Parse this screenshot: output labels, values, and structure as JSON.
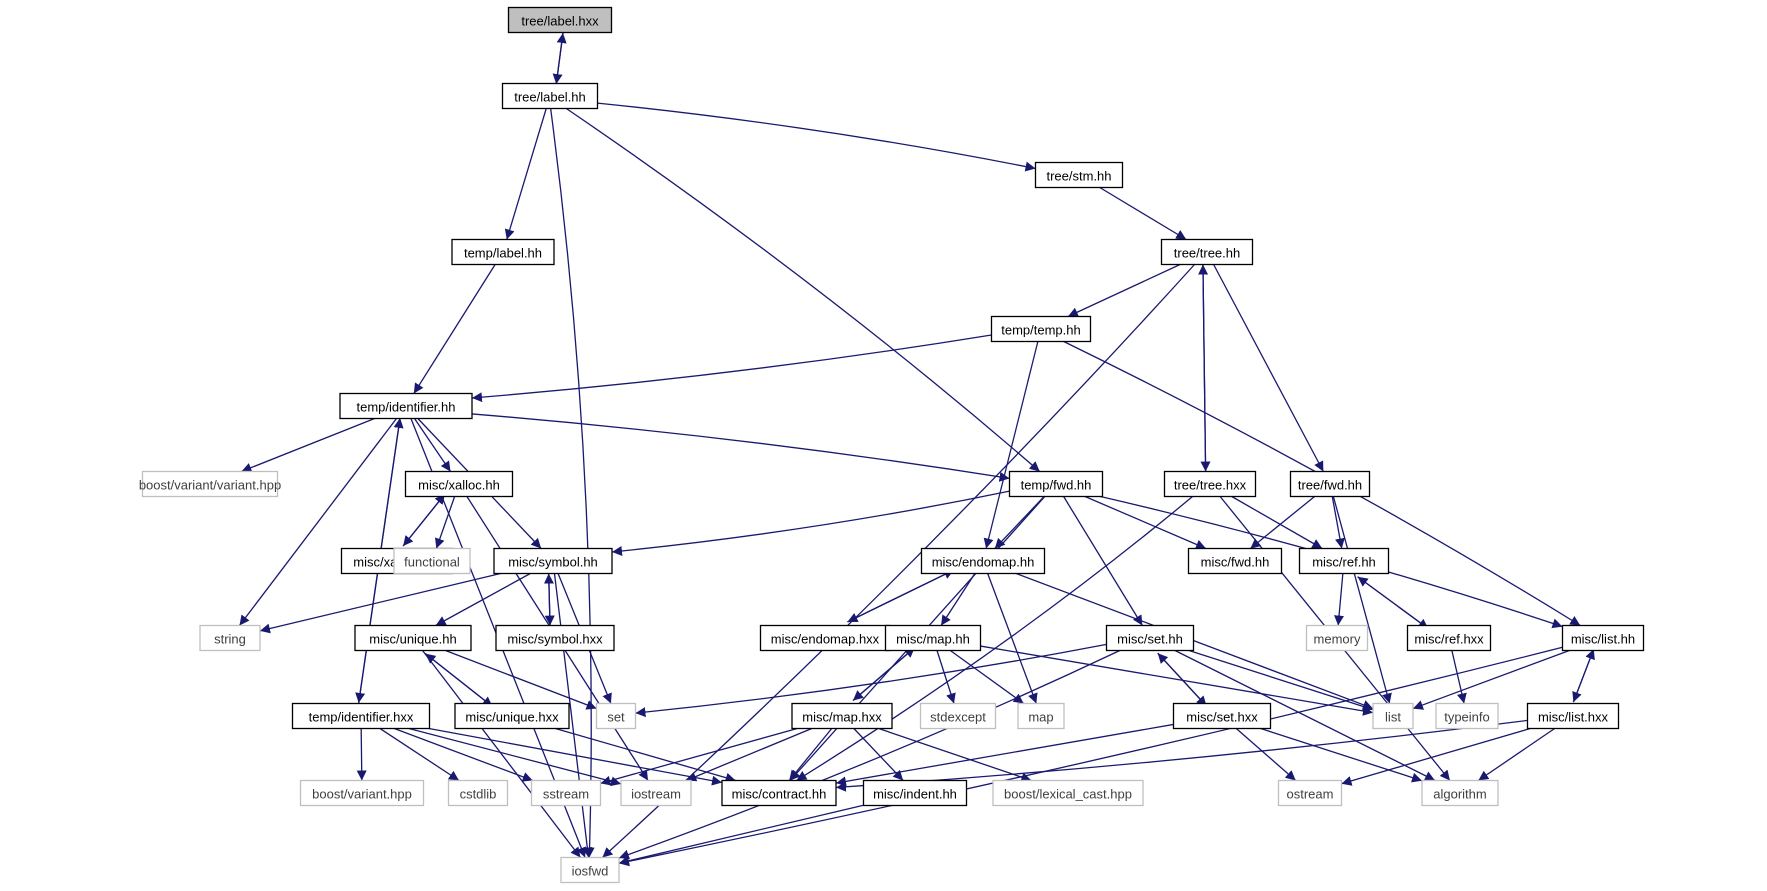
{
  "graph": {
    "colors": {
      "edge": "#191970",
      "node_border": "#000000",
      "external_border": "#bfbfbf",
      "external_text": "#404040",
      "root_fill": "#bfbfbf",
      "node_fill": "#ffffff"
    },
    "nodes": [
      {
        "id": "tree_label_hxx",
        "label": "tree/label.hxx",
        "kind": "root"
      },
      {
        "id": "tree_label_hh",
        "label": "tree/label.hh",
        "kind": "file"
      },
      {
        "id": "tree_stm_hh",
        "label": "tree/stm.hh",
        "kind": "file"
      },
      {
        "id": "temp_label_hh",
        "label": "temp/label.hh",
        "kind": "file"
      },
      {
        "id": "tree_tree_hh",
        "label": "tree/tree.hh",
        "kind": "file"
      },
      {
        "id": "temp_temp_hh",
        "label": "temp/temp.hh",
        "kind": "file"
      },
      {
        "id": "temp_identifier_hh",
        "label": "temp/identifier.hh",
        "kind": "file"
      },
      {
        "id": "boost_variant_variant_hpp",
        "label": "boost/variant/variant.hpp",
        "kind": "external"
      },
      {
        "id": "misc_xalloc_hh",
        "label": "misc/xalloc.hh",
        "kind": "file"
      },
      {
        "id": "temp_fwd_hh",
        "label": "temp/fwd.hh",
        "kind": "file"
      },
      {
        "id": "tree_tree_hxx",
        "label": "tree/tree.hxx",
        "kind": "file"
      },
      {
        "id": "tree_fwd_hh",
        "label": "tree/fwd.hh",
        "kind": "file"
      },
      {
        "id": "misc_xalloc_hxx",
        "label": "misc/xalloc.hxx",
        "kind": "file"
      },
      {
        "id": "functional",
        "label": "functional",
        "kind": "external"
      },
      {
        "id": "misc_symbol_hh",
        "label": "misc/symbol.hh",
        "kind": "file"
      },
      {
        "id": "misc_endomap_hh",
        "label": "misc/endomap.hh",
        "kind": "file"
      },
      {
        "id": "misc_fwd_hh",
        "label": "misc/fwd.hh",
        "kind": "file"
      },
      {
        "id": "misc_ref_hh",
        "label": "misc/ref.hh",
        "kind": "file"
      },
      {
        "id": "string",
        "label": "string",
        "kind": "external"
      },
      {
        "id": "misc_unique_hh",
        "label": "misc/unique.hh",
        "kind": "file"
      },
      {
        "id": "misc_symbol_hxx",
        "label": "misc/symbol.hxx",
        "kind": "file"
      },
      {
        "id": "misc_endomap_hxx",
        "label": "misc/endomap.hxx",
        "kind": "file"
      },
      {
        "id": "misc_map_hh",
        "label": "misc/map.hh",
        "kind": "file"
      },
      {
        "id": "misc_set_hh",
        "label": "misc/set.hh",
        "kind": "file"
      },
      {
        "id": "memory",
        "label": "memory",
        "kind": "external"
      },
      {
        "id": "misc_ref_hxx",
        "label": "misc/ref.hxx",
        "kind": "file"
      },
      {
        "id": "misc_list_hh",
        "label": "misc/list.hh",
        "kind": "file"
      },
      {
        "id": "temp_identifier_hxx",
        "label": "temp/identifier.hxx",
        "kind": "file"
      },
      {
        "id": "misc_unique_hxx",
        "label": "misc/unique.hxx",
        "kind": "file"
      },
      {
        "id": "set",
        "label": "set",
        "kind": "external"
      },
      {
        "id": "misc_map_hxx",
        "label": "misc/map.hxx",
        "kind": "file"
      },
      {
        "id": "stdexcept",
        "label": "stdexcept",
        "kind": "external"
      },
      {
        "id": "map",
        "label": "map",
        "kind": "external"
      },
      {
        "id": "misc_set_hxx",
        "label": "misc/set.hxx",
        "kind": "file"
      },
      {
        "id": "list",
        "label": "list",
        "kind": "external"
      },
      {
        "id": "typeinfo",
        "label": "typeinfo",
        "kind": "external"
      },
      {
        "id": "misc_list_hxx",
        "label": "misc/list.hxx",
        "kind": "file"
      },
      {
        "id": "boost_variant_hpp",
        "label": "boost/variant.hpp",
        "kind": "external"
      },
      {
        "id": "cstdlib",
        "label": "cstdlib",
        "kind": "external"
      },
      {
        "id": "sstream",
        "label": "sstream",
        "kind": "external"
      },
      {
        "id": "iostream",
        "label": "iostream",
        "kind": "external"
      },
      {
        "id": "misc_contract_hh",
        "label": "misc/contract.hh",
        "kind": "file"
      },
      {
        "id": "misc_indent_hh",
        "label": "misc/indent.hh",
        "kind": "file"
      },
      {
        "id": "boost_lexical_cast_hpp",
        "label": "boost/lexical_cast.hpp",
        "kind": "external"
      },
      {
        "id": "ostream",
        "label": "ostream",
        "kind": "external"
      },
      {
        "id": "algorithm",
        "label": "algorithm",
        "kind": "external"
      },
      {
        "id": "iosfwd",
        "label": "iosfwd",
        "kind": "external"
      }
    ],
    "edges": [
      [
        "tree_label_hxx",
        "tree_label_hh"
      ],
      [
        "tree_label_hh",
        "tree_label_hxx"
      ],
      [
        "tree_label_hh",
        "iosfwd"
      ],
      [
        "tree_label_hh",
        "temp_label_hh"
      ],
      [
        "tree_label_hh",
        "temp_fwd_hh"
      ],
      [
        "tree_label_hh",
        "tree_stm_hh"
      ],
      [
        "tree_stm_hh",
        "tree_tree_hh"
      ],
      [
        "temp_label_hh",
        "temp_identifier_hh"
      ],
      [
        "tree_tree_hh",
        "temp_temp_hh"
      ],
      [
        "tree_tree_hh",
        "tree_tree_hxx"
      ],
      [
        "tree_tree_hh",
        "tree_fwd_hh"
      ],
      [
        "tree_tree_hh",
        "iosfwd"
      ],
      [
        "temp_temp_hh",
        "temp_identifier_hh"
      ],
      [
        "temp_temp_hh",
        "misc_endomap_hh"
      ],
      [
        "temp_temp_hh",
        "misc_list_hh"
      ],
      [
        "temp_identifier_hh",
        "boost_variant_variant_hpp"
      ],
      [
        "temp_identifier_hh",
        "misc_xalloc_hh"
      ],
      [
        "temp_identifier_hh",
        "misc_symbol_hh"
      ],
      [
        "temp_identifier_hh",
        "temp_fwd_hh"
      ],
      [
        "temp_identifier_hh",
        "string"
      ],
      [
        "temp_identifier_hh",
        "iosfwd"
      ],
      [
        "temp_identifier_hh",
        "temp_identifier_hxx"
      ],
      [
        "temp_identifier_hxx",
        "temp_identifier_hh"
      ],
      [
        "tree_tree_hxx",
        "tree_tree_hh"
      ],
      [
        "tree_tree_hxx",
        "misc_ref_hh"
      ],
      [
        "tree_tree_hxx",
        "misc_contract_hh"
      ],
      [
        "tree_tree_hxx",
        "algorithm"
      ],
      [
        "misc_xalloc_hh",
        "functional"
      ],
      [
        "misc_xalloc_hh",
        "iostream"
      ],
      [
        "misc_xalloc_hh",
        "misc_xalloc_hxx"
      ],
      [
        "misc_xalloc_hxx",
        "misc_xalloc_hh"
      ],
      [
        "temp_fwd_hh",
        "misc_symbol_hh"
      ],
      [
        "temp_fwd_hh",
        "misc_endomap_hh"
      ],
      [
        "temp_fwd_hh",
        "misc_fwd_hh"
      ],
      [
        "temp_fwd_hh",
        "misc_set_hh"
      ],
      [
        "temp_fwd_hh",
        "misc_list_hh"
      ],
      [
        "temp_fwd_hh",
        "misc_contract_hh"
      ],
      [
        "tree_fwd_hh",
        "misc_fwd_hh"
      ],
      [
        "tree_fwd_hh",
        "misc_ref_hh"
      ],
      [
        "tree_fwd_hh",
        "list"
      ],
      [
        "misc_symbol_hh",
        "string"
      ],
      [
        "misc_symbol_hh",
        "misc_unique_hh"
      ],
      [
        "misc_symbol_hh",
        "misc_symbol_hxx"
      ],
      [
        "misc_symbol_hh",
        "set"
      ],
      [
        "misc_symbol_hh",
        "iosfwd"
      ],
      [
        "misc_symbol_hxx",
        "misc_symbol_hh"
      ],
      [
        "misc_unique_hh",
        "set"
      ],
      [
        "misc_unique_hh",
        "misc_unique_hxx"
      ],
      [
        "misc_unique_hh",
        "iosfwd"
      ],
      [
        "misc_unique_hxx",
        "misc_unique_hh"
      ],
      [
        "misc_unique_hxx",
        "misc_contract_hh"
      ],
      [
        "misc_endomap_hh",
        "misc_endomap_hxx"
      ],
      [
        "misc_endomap_hxx",
        "misc_endomap_hh"
      ],
      [
        "misc_endomap_hh",
        "misc_map_hh"
      ],
      [
        "misc_endomap_hh",
        "map"
      ],
      [
        "misc_endomap_hh",
        "list"
      ],
      [
        "misc_map_hh",
        "misc_map_hxx"
      ],
      [
        "misc_map_hxx",
        "misc_map_hh"
      ],
      [
        "misc_map_hh",
        "stdexcept"
      ],
      [
        "misc_map_hh",
        "map"
      ],
      [
        "misc_map_hh",
        "list"
      ],
      [
        "misc_map_hxx",
        "sstream"
      ],
      [
        "misc_map_hxx",
        "misc_contract_hh"
      ],
      [
        "misc_map_hxx",
        "misc_indent_hh"
      ],
      [
        "misc_map_hxx",
        "boost_lexical_cast_hpp"
      ],
      [
        "misc_map_hxx",
        "iostream"
      ],
      [
        "misc_set_hh",
        "set"
      ],
      [
        "misc_set_hh",
        "list"
      ],
      [
        "misc_set_hh",
        "misc_set_hxx"
      ],
      [
        "misc_set_hh",
        "algorithm"
      ],
      [
        "misc_set_hh",
        "iosfwd"
      ],
      [
        "misc_set_hxx",
        "misc_set_hh"
      ],
      [
        "misc_set_hxx",
        "misc_contract_hh"
      ],
      [
        "misc_set_hxx",
        "ostream"
      ],
      [
        "misc_set_hxx",
        "algorithm"
      ],
      [
        "misc_ref_hh",
        "memory"
      ],
      [
        "misc_ref_hh",
        "misc_ref_hxx"
      ],
      [
        "misc_ref_hxx",
        "misc_ref_hh"
      ],
      [
        "misc_ref_hxx",
        "typeinfo"
      ],
      [
        "misc_list_hh",
        "list"
      ],
      [
        "misc_list_hh",
        "misc_list_hxx"
      ],
      [
        "misc_list_hxx",
        "misc_list_hh"
      ],
      [
        "misc_list_hh",
        "iosfwd"
      ],
      [
        "misc_list_hxx",
        "misc_contract_hh"
      ],
      [
        "misc_list_hxx",
        "ostream"
      ],
      [
        "misc_list_hxx",
        "algorithm"
      ],
      [
        "temp_identifier_hxx",
        "boost_variant_hpp"
      ],
      [
        "temp_identifier_hxx",
        "cstdlib"
      ],
      [
        "temp_identifier_hxx",
        "sstream"
      ],
      [
        "temp_identifier_hxx",
        "iostream"
      ],
      [
        "temp_identifier_hxx",
        "misc_contract_hh"
      ],
      [
        "misc_indent_hh",
        "iosfwd"
      ]
    ]
  }
}
